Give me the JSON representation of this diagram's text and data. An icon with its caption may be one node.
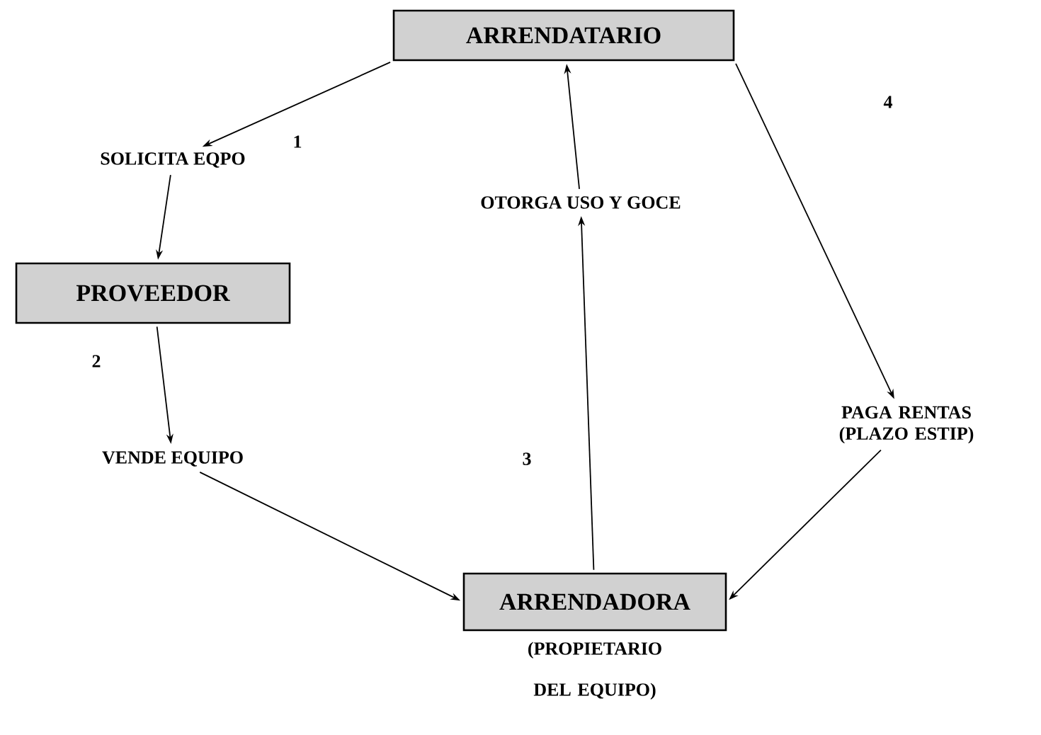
{
  "diagram": {
    "nodes": [
      {
        "text": [
          "ARRENDATARIO"
        ]
      },
      {
        "text": [
          "SOLICITA EQPO"
        ]
      },
      {
        "text": [
          "OTORGA USO Y GOCE"
        ]
      },
      {
        "text": [
          "PROVEEDOR"
        ]
      },
      {
        "text": [
          "PAGA RENTAS (PLAZO ESTIP)"
        ]
      },
      {
        "text": [
          "VENDE EQUIPO"
        ]
      },
      {
        "text": [
          "ARRENDADORA"
        ],
        "beside": [
          "(PROPIETARIO DEL EQUIPO)"
        ]
      }
    ],
    "edges": [
      {
        "from": 0,
        "to": 1,
        "arrow": "to"
      },
      {
        "from": 1,
        "to": 3,
        "arrow": "to"
      },
      {
        "from": 3,
        "to": 5,
        "arrow": "to"
      },
      {
        "from": 5,
        "to": 6,
        "arrow": "to"
      },
      {
        "from": 6,
        "to": 2,
        "arrow": "to"
      },
      {
        "from": 2,
        "to": 0,
        "arrow": "to"
      },
      {
        "from": 0,
        "to": 4,
        "arrow": "to"
      },
      {
        "from": 4,
        "to": 6,
        "arrow": "to"
      }
    ],
    "labels": [
      "1",
      "4",
      "2",
      "3"
    ]
  }
}
